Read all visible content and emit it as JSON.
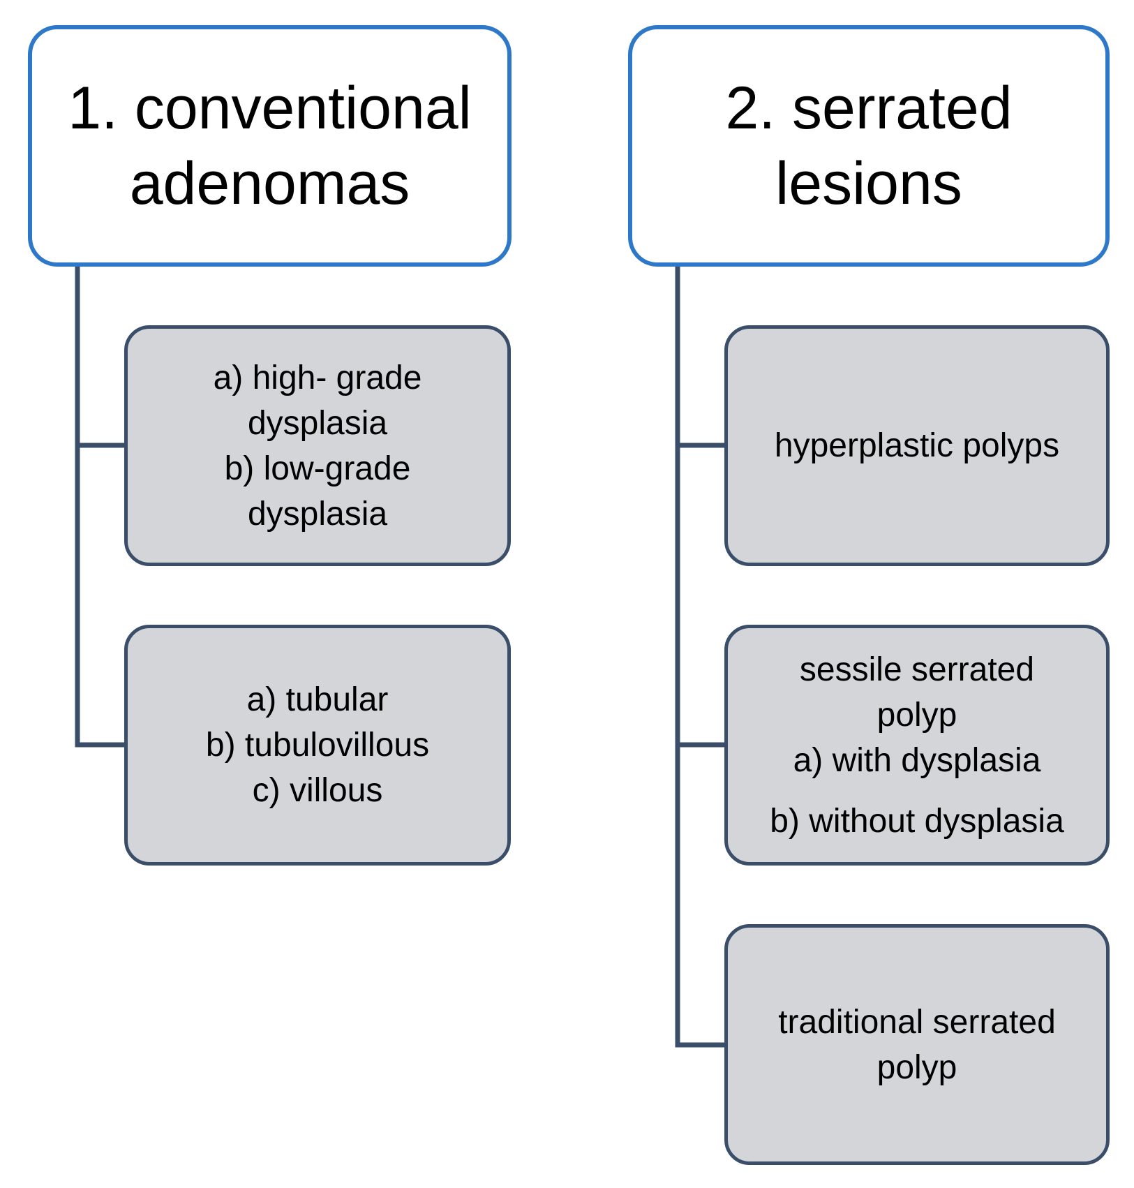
{
  "branches": [
    {
      "title_lines": [
        "1. conventional",
        "adenomas"
      ],
      "children": [
        {
          "lines": [
            "a) high- grade",
            "dysplasia",
            "b) low-grade",
            "dysplasia"
          ]
        },
        {
          "lines": [
            "a) tubular",
            "b) tubulovillous",
            "c) villous"
          ]
        }
      ]
    },
    {
      "title_lines": [
        "2. serrated",
        "lesions"
      ],
      "children": [
        {
          "lines": [
            "hyperplastic polyps"
          ]
        },
        {
          "lines": [
            "sessile serrated",
            "polyp",
            "a) with dysplasia",
            "b) without dysplasia"
          ]
        },
        {
          "lines": [
            "traditional serrated",
            "polyp"
          ]
        }
      ]
    }
  ],
  "colors": {
    "header_border": "#2d78c8",
    "child_fill": "#d3d5d8",
    "child_border": "#3a4e6a",
    "connector": "#3a4e6a"
  }
}
